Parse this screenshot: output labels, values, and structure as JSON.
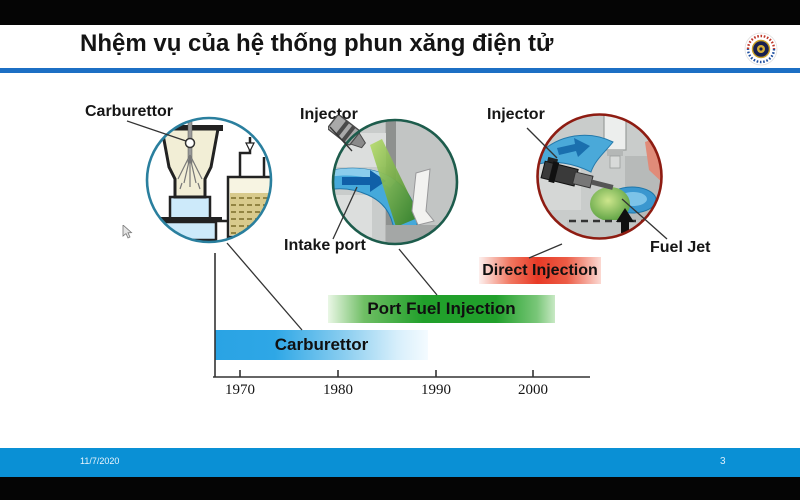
{
  "slide": {
    "title": "Nhệm vụ của hệ thống phun xăng điện tử",
    "date": "11/7/2020",
    "page_number": "3"
  },
  "figures": {
    "carburettor": {
      "label": "Carburettor"
    },
    "port_injection": {
      "injector": "Injector",
      "intake_port": "Intake port"
    },
    "direct_injection": {
      "injector": "Injector",
      "fuel_jet": "Fuel Jet"
    }
  },
  "timeline": {
    "ticks": [
      "1970",
      "1980",
      "1990",
      "2000"
    ],
    "bars": {
      "carburettor": "Carburettor",
      "port_fuel_injection": "Port Fuel Injection",
      "direct_injection": "Direct Injection"
    }
  },
  "chart_data": {
    "type": "bar",
    "subtype": "horizontal-timeline",
    "title": "",
    "xlabel": "",
    "ylabel": "",
    "x_ticks": [
      1970,
      1980,
      1990,
      2000
    ],
    "x_range": [
      1967,
      2006
    ],
    "grid": false,
    "series": [
      {
        "name": "Carburettor",
        "start": 1967,
        "end": 1989,
        "color": "#2aa3e4"
      },
      {
        "name": "Port Fuel Injection",
        "start": 1979,
        "end": 2002,
        "color": "#21a02b"
      },
      {
        "name": "Direct Injection",
        "start": 1995,
        "end": 2006,
        "color": "#e83a26"
      }
    ]
  },
  "colors": {
    "header_rule": "#1c6fc4",
    "footer_bar": "#0a90d5",
    "carburettor_circle_border": "#2a7f9e",
    "port_injection_circle_border": "#1d5c4c",
    "direct_injection_circle_border": "#8e1c12"
  }
}
